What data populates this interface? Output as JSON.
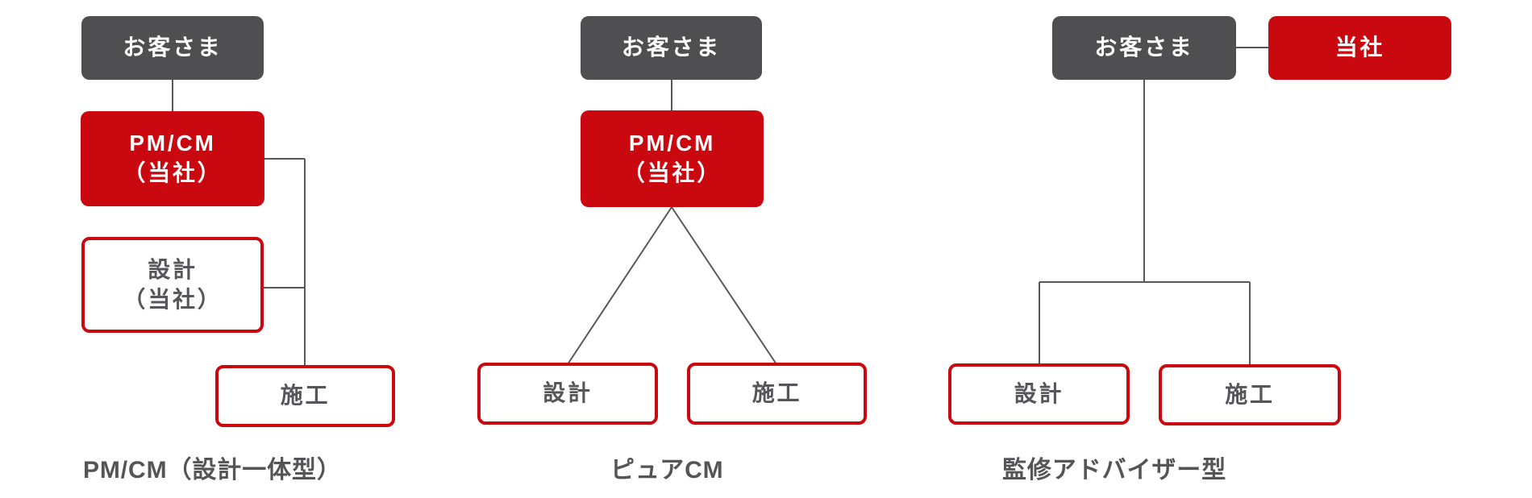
{
  "colors": {
    "accent_red": "#c9090f",
    "dark_gray_box": "#4f4f51",
    "label_gray": "#55555a",
    "line_gray": "#58585a",
    "background": "#ffffff"
  },
  "diagrams": [
    {
      "id": "pmcm-integrated",
      "caption": "PM/CM（設計一体型）",
      "nodes": {
        "customer": {
          "label": "お客さま"
        },
        "pmcm": {
          "line1": "PM/CM",
          "line2": "（当社）"
        },
        "design": {
          "line1": "設計",
          "line2": "（当社）"
        },
        "construction": {
          "label": "施工"
        }
      }
    },
    {
      "id": "pure-cm",
      "caption": "ピュアCM",
      "nodes": {
        "customer": {
          "label": "お客さま"
        },
        "pmcm": {
          "line1": "PM/CM",
          "line2": "（当社）"
        },
        "design": {
          "label": "設計"
        },
        "construction": {
          "label": "施工"
        }
      }
    },
    {
      "id": "advisor",
      "caption": "監修アドバイザー型",
      "nodes": {
        "customer": {
          "label": "お客さま"
        },
        "company": {
          "label": "当社"
        },
        "design": {
          "label": "設計"
        },
        "construction": {
          "label": "施工"
        }
      }
    }
  ]
}
